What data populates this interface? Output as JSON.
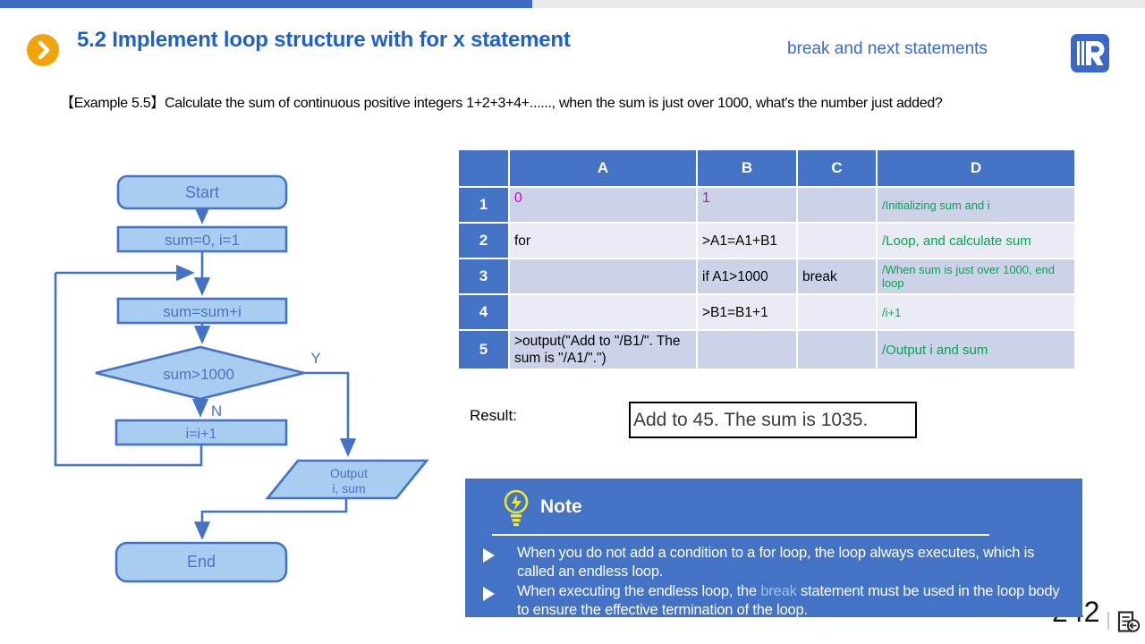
{
  "header": {
    "title": "5.2 Implement loop structure with for x statement",
    "subtitle": "break and next statements",
    "logo_name": "R-logo"
  },
  "example_text": "【Example 5.5】Calculate the sum of continuous positive integers 1+2+3+4+......, when the sum is just over 1000, what's the number just added?",
  "flowchart": {
    "start": "Start",
    "init": "sum=0, i=1",
    "accumulate": "sum=sum+i",
    "condition": "sum>1000",
    "yes_label": "Y",
    "no_label": "N",
    "increment": "i=i+1",
    "output_line1": "Output",
    "output_line2": "i, sum",
    "end": "End"
  },
  "spreadsheet": {
    "headers": [
      "",
      "A",
      "B",
      "C",
      "D"
    ],
    "rows": [
      {
        "num": "1",
        "a": "0",
        "b": "1",
        "c": "",
        "d": "/Initializing sum and i"
      },
      {
        "num": "2",
        "a": "for",
        "b": ">A1=A1+B1",
        "c": "",
        "d": "/Loop, and calculate sum"
      },
      {
        "num": "3",
        "a": "",
        "b": "if A1>1000",
        "c": "break",
        "d": "/When sum is just over 1000, end loop"
      },
      {
        "num": "4",
        "a": "",
        "b": ">B1=B1+1",
        "c": "",
        "d": "/i+1"
      },
      {
        "num": "5",
        "a": ">output(\"Add to \"/B1/\". The sum is \"/A1/\".\")",
        "b": "",
        "c": "",
        "d": "/Output i and sum"
      }
    ]
  },
  "result": {
    "label": "Result:",
    "output": "Add to 45. The sum is 1035."
  },
  "note": {
    "title": "Note",
    "bullets": [
      {
        "prefix": "When you do not add a condition to a for loop, the loop always executes, which is called an endless loop.",
        "highlight": "",
        "suffix": ""
      },
      {
        "prefix": "When executing the endless loop, the ",
        "highlight": "break",
        "suffix": " statement must be used in the loop body to ensure the effective termination of the loop."
      }
    ]
  },
  "footer": {
    "page_number": "242"
  },
  "colors": {
    "accent_blue": "#4472C4",
    "title_blue": "#1E62C8",
    "flow_fill": "#A9CCF1",
    "magenta": "#CC00CC",
    "green": "#00A84F",
    "break_highlight": "#9DC3E6",
    "bullet_orange": "#F0A30A",
    "note_bg": "#4472C4"
  }
}
